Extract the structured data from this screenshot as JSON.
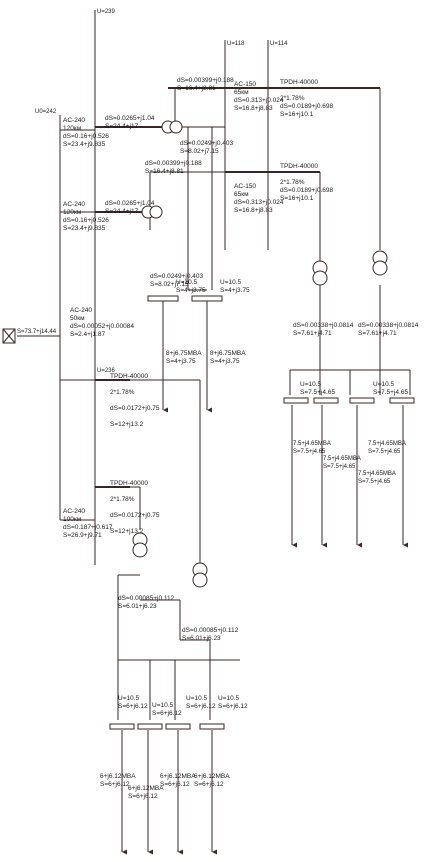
{
  "labels": {
    "u239": "U=239",
    "u242": "U0=242",
    "u118": "U=118",
    "u114": "U=114",
    "u236": "U=236",
    "src": "S=73.7+j14.44",
    "ac240_1": "AC-240",
    "km120_1": "120км",
    "ds_l1": "dS=0.16+j0.526",
    "sz_l1": "S=23.4+j9.835",
    "ac240_2": "AC-240",
    "km120_2": "120км",
    "ds_l2": "dS=0.16+j0.526",
    "sz_l2": "S=23.4+j9.835",
    "ac240_3": "AC-240",
    "km50_3": "50км",
    "ds_l3": "dS=0.00052+j0.00084",
    "sz_l3": "S=2.4+j1.87",
    "ac240_4": "AC-240",
    "km100_4": "100км",
    "ds_l4": "dS=0.187+j0.617",
    "sz_l4": "S=26.9+j9.71",
    "ds_t1": "dS=0.0265+j1.04",
    "sz_t1": "S=24.4+j17",
    "ds_t2": "dS=0.0265+j1.04",
    "sz_t2": "S=24.4+j17",
    "ds_t1a": "dS=0.00399+j0.188",
    "sz_t1a": "S=16.4+j8.81",
    "ds_t2a": "dS=0.00399+j0.188",
    "sz_t2a": "S=16.4+j8.81",
    "ds_t1b": "dS=0.0249+j0.403",
    "sz_t1b": "S=8.02+j7.15",
    "ds_t2b": "dS=0.0249+j0.403",
    "sz_t2b": "S=8.02+j7.15",
    "ac150_1": "AC-150",
    "km65_1": "65км",
    "ds_l5": "dS=0.313+j0.024",
    "sz_l5": "S=16.8+j8.83",
    "ac150_2": "AC-150",
    "km65_2": "65км",
    "ds_l6": "dS=0.313+j0.024",
    "sz_l6": "S=16.8+j8.83",
    "tr1": "TPDH-40000",
    "tr1_pct": "2*1.78%",
    "tr1_ds": "dS=0.0189+j0.698",
    "tr1_s": "S=16+j10.1",
    "tr2": "TPDH-40000",
    "tr2_pct": "2*1.78%",
    "tr2_ds": "dS=0.0189+j0.698",
    "tr2_s": "S=16+j10.1",
    "ds_tr_a": "dS=0.00338+j0.0814",
    "sz_tr_a": "S=7.61+j4.71",
    "ds_tr_b": "dS=0.00338+j0.0814",
    "sz_tr_b": "S=7.61+j4.71",
    "u105_1": "U=10.5",
    "s_1": "S=4+j3.75",
    "u105_2": "U=10.5",
    "s_2": "S=4+j3.75",
    "mid_load1": "8+j6.75MBA",
    "mid_load1s": "S=4+j3.75",
    "mid_load2": "8+j6.75MBA",
    "mid_load2s": "S=4+j3.75",
    "u105_r1": "U=10.5",
    "s_r1": "S=7.5+j4.65",
    "u105_r2": "U=10.5",
    "s_r2": "S=7.5+j4.65",
    "r_load1": "7.5+j4.65MBA",
    "r_load1s": "S=7.5+j4.65",
    "r_load2": "7.5+j4.65MBA",
    "r_load2s": "S=7.5+j4.65",
    "r_load3": "7.5+j4.65MBA",
    "r_load3s": "S=7.5+j4.65",
    "r_load4": "7.5+j4.65MBA",
    "r_load4s": "S=7.5+j4.65",
    "tr3": "TPDH-40000",
    "tr3_pct": "2*1.78%",
    "tr3_ds": "dS=0.0172+j0.75",
    "tr3_s": "S=12+j13.2",
    "tr4": "TPDH-40000",
    "tr4_pct": "2*1.78%",
    "tr4_ds": "dS=0.0172+j0.75",
    "tr4_s": "S=12+j13.2",
    "ds_tr_c": "dS=0.00085+j0.112",
    "sz_tr_c": "S=6.01+j6.23",
    "ds_tr_d": "dS=0.00085+j0.112",
    "sz_tr_d": "S=6.01+j6.23",
    "u105_b1": "U=10.5",
    "s_b1": "S=6+j6.12",
    "u105_b2": "U=10.5",
    "s_b2": "S=6+j6.12",
    "u105_b3": "U=10.5",
    "s_b3": "S=6+j6.12",
    "u105_b4": "U=10.5",
    "s_b4": "S=6+j6.12",
    "b_load1": "6+j6.12MBA",
    "b_load1s": "S=6+j6.12",
    "b_load2": "6+j6.12MBA",
    "b_load2s": "S=6+j6.12",
    "b_load3": "6+j6.12MBA",
    "b_load3s": "S=6+j6.12",
    "b_load4": "6+j6.12MBA",
    "b_load4s": "S=6+j6.12"
  }
}
